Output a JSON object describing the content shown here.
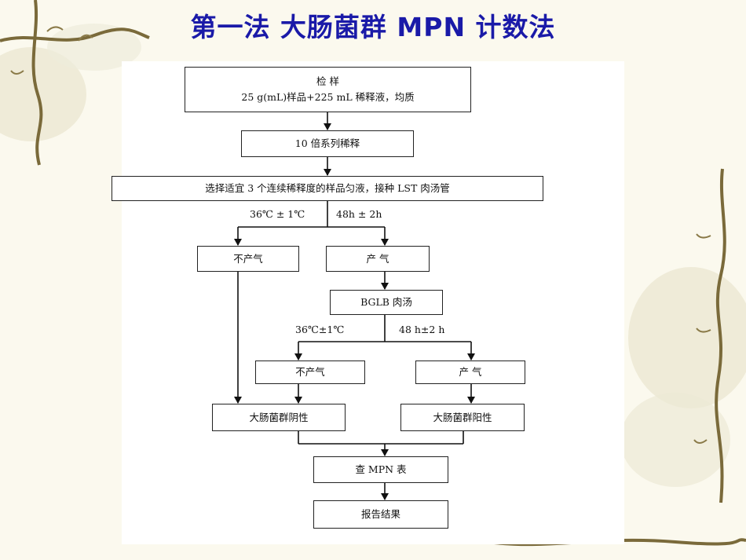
{
  "slide": {
    "title": "第一法 大肠菌群 MPN 计数法",
    "title_color": "#1a1aa8"
  },
  "flow": {
    "inspect": "检 样",
    "inspect_detail": "25 g(mL)样品+225 mL 稀释液，均质",
    "dilute": "10 倍系列稀释",
    "inoculate": "选择适宜 3 个连续稀释度的样品匀液，接种 LST 肉汤管",
    "cond1_temp": "36℃ ± 1℃",
    "cond1_time": "48h ± 2h",
    "no_gas_1": "不产气",
    "gas_1": "产 气",
    "bglb": "BGLB 肉汤",
    "cond2_temp": "36℃±1℃",
    "cond2_time": "48 h±2 h",
    "no_gas_2": "不产气",
    "gas_2": "产 气",
    "negative": "大肠菌群阴性",
    "positive": "大肠菌群阳性",
    "mpn_table": "查 MPN 表",
    "report": "报告结果"
  }
}
